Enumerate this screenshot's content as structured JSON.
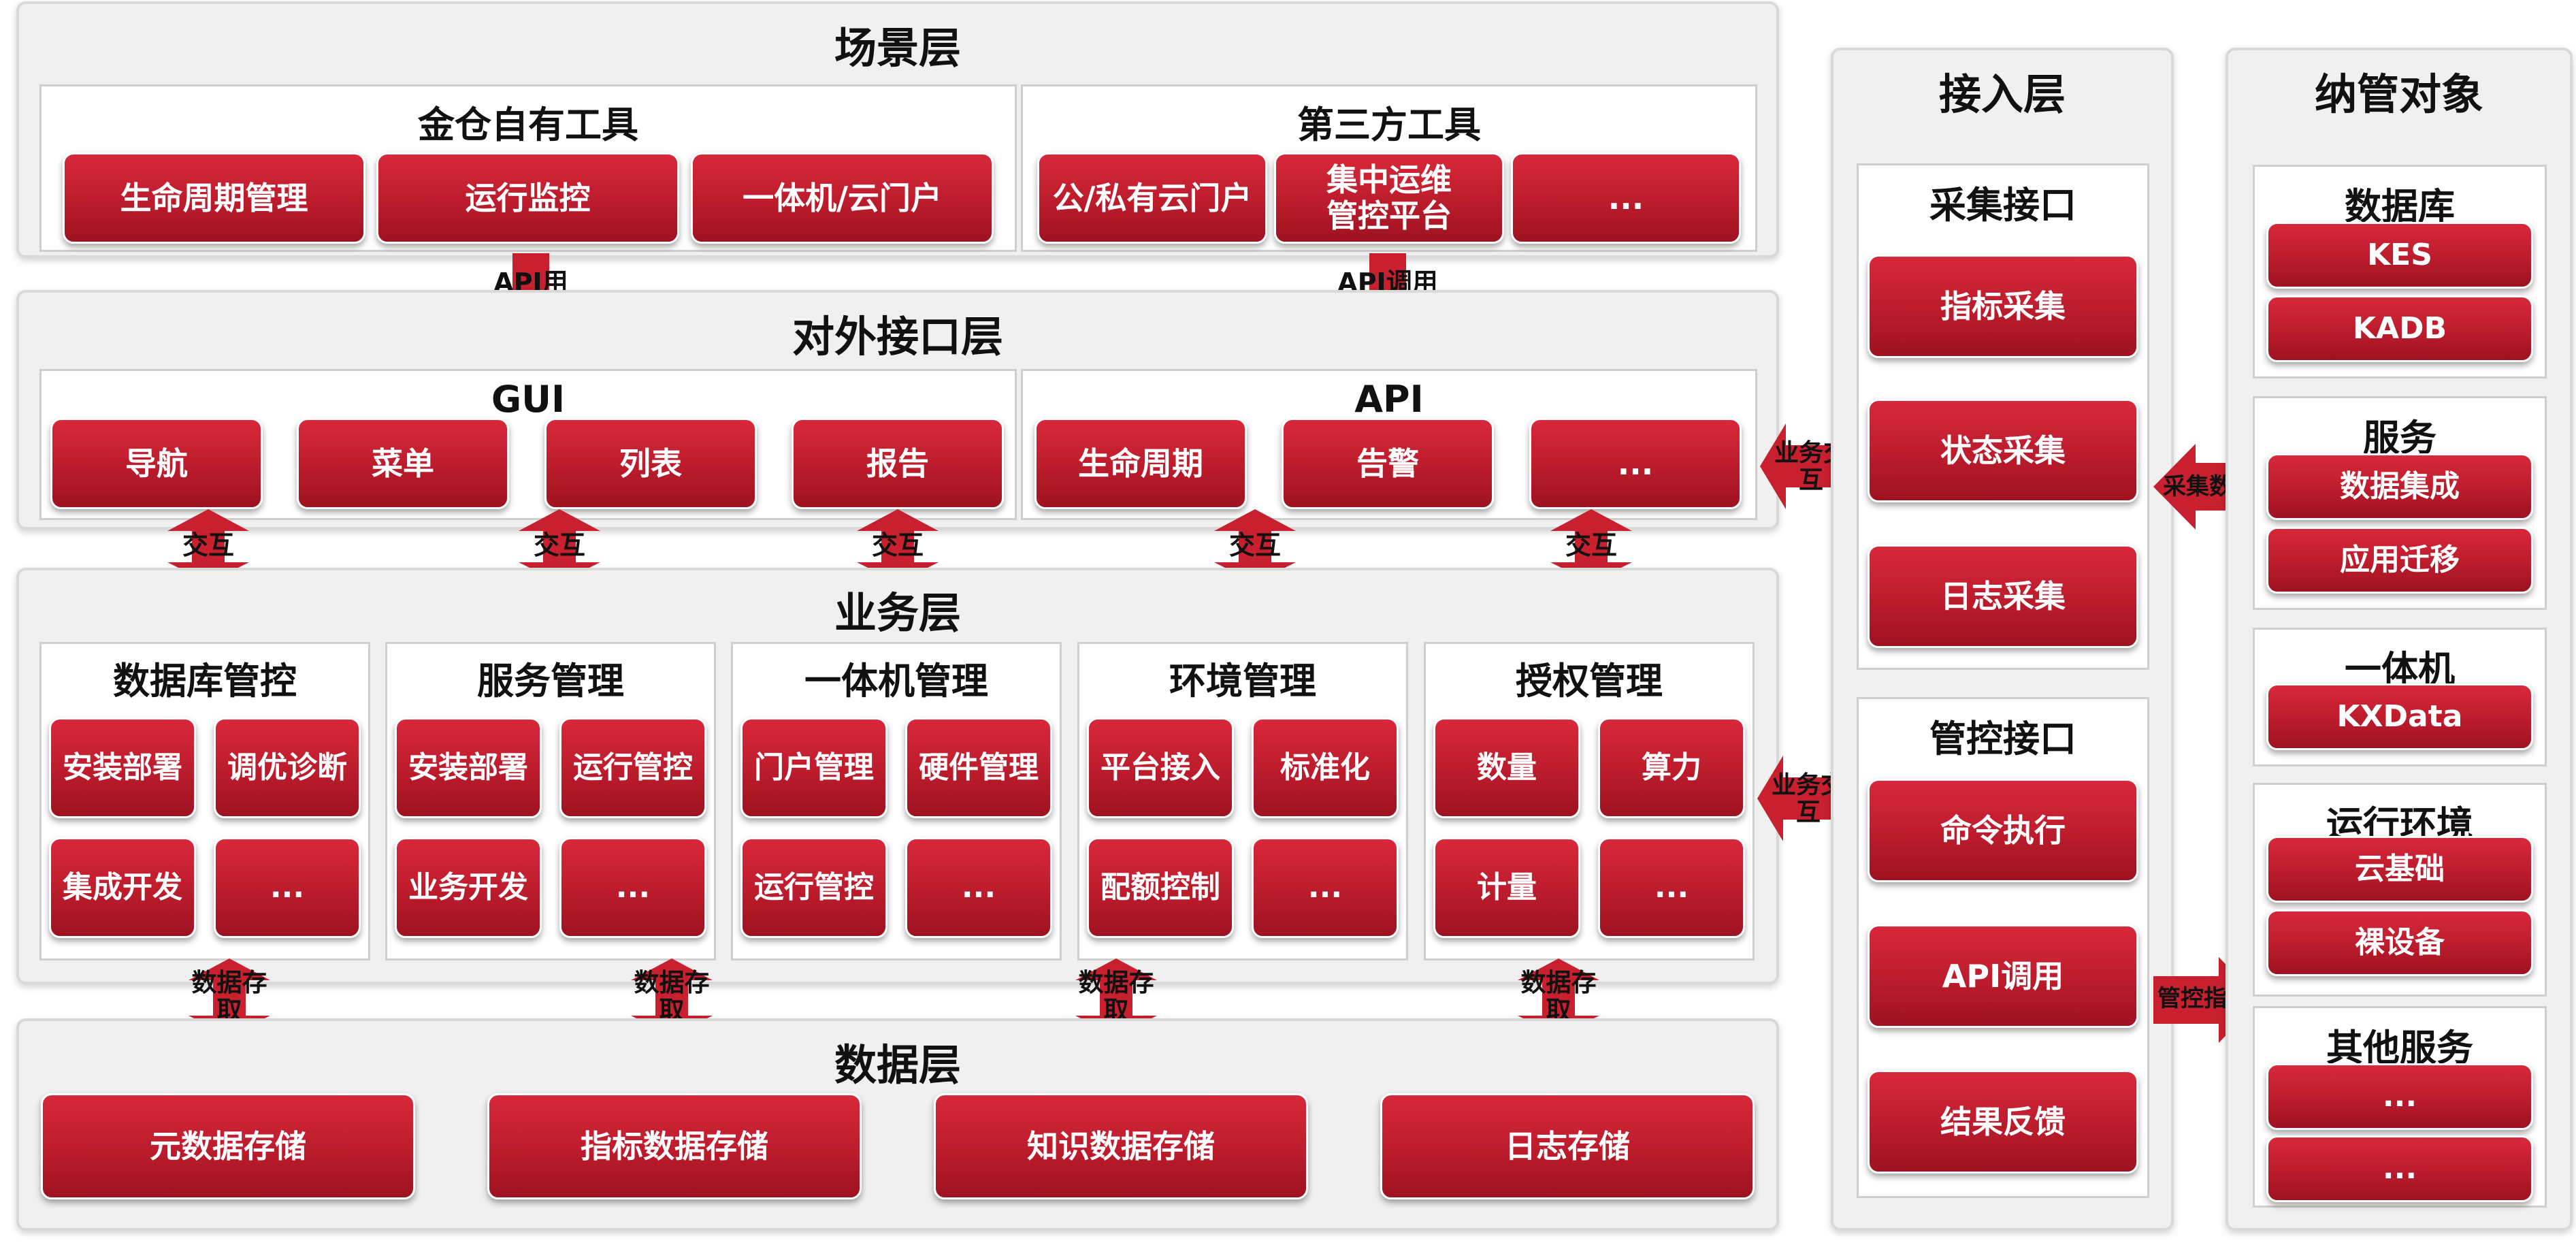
{
  "colors": {
    "button_red": "#c01f30",
    "panel_bg": "#f0f0f0",
    "arrow_red": "#c8202f"
  },
  "scene_layer": {
    "title": "场景层",
    "own_tools": {
      "title": "金仓自有工具",
      "items": [
        "生命周期管理",
        "运行监控",
        "一体机/云门户"
      ]
    },
    "third_party": {
      "title": "第三方工具",
      "items": [
        "公/私有云门户",
        "集中运维\n管控平台",
        "..."
      ]
    }
  },
  "api_arrows": [
    "API用",
    "API调用"
  ],
  "interface_layer": {
    "title": "对外接口层",
    "gui": {
      "title": "GUI",
      "items": [
        "导航",
        "菜单",
        "列表",
        "报告"
      ]
    },
    "api": {
      "title": "API",
      "items": [
        "生命周期",
        "告警",
        "..."
      ]
    }
  },
  "interaction_label": "交互",
  "business_layer": {
    "title": "业务层",
    "groups": [
      {
        "title": "数据库管控",
        "items": [
          "安装部署",
          "调优诊断",
          "集成开发",
          "..."
        ]
      },
      {
        "title": "服务管理",
        "items": [
          "安装部署",
          "运行管控",
          "业务开发",
          "..."
        ]
      },
      {
        "title": "一体机管理",
        "items": [
          "门户管理",
          "硬件管理",
          "运行管控",
          "..."
        ]
      },
      {
        "title": "环境管理",
        "items": [
          "平台接入",
          "标准化",
          "配额控制",
          "..."
        ]
      },
      {
        "title": "授权管理",
        "items": [
          "数量",
          "算力",
          "计量",
          "..."
        ]
      }
    ]
  },
  "data_access_label": "数据存\n取",
  "data_layer": {
    "title": "数据层",
    "items": [
      "元数据存储",
      "指标数据存储",
      "知识数据存储",
      "日志存储"
    ]
  },
  "business_interaction_label": "业务交\n互",
  "access_layer": {
    "title": "接入层",
    "collect": {
      "title": "采集接口",
      "items": [
        "指标采集",
        "状态采集",
        "日志采集"
      ]
    },
    "control": {
      "title": "管控接口",
      "items": [
        "命令执行",
        "API调用",
        "结果反馈"
      ]
    }
  },
  "collect_data_label": "采集数据",
  "control_command_label": "管控指令",
  "managed_objects": {
    "title": "纳管对象",
    "groups": [
      {
        "title": "数据库",
        "items": [
          "KES",
          "KADB"
        ]
      },
      {
        "title": "服务",
        "items": [
          "数据集成",
          "应用迁移"
        ]
      },
      {
        "title": "一体机",
        "items": [
          "KXData"
        ]
      },
      {
        "title": "运行环境",
        "items": [
          "云基础",
          "裸设备"
        ]
      },
      {
        "title": "其他服务",
        "items": [
          "...",
          "..."
        ]
      }
    ]
  }
}
